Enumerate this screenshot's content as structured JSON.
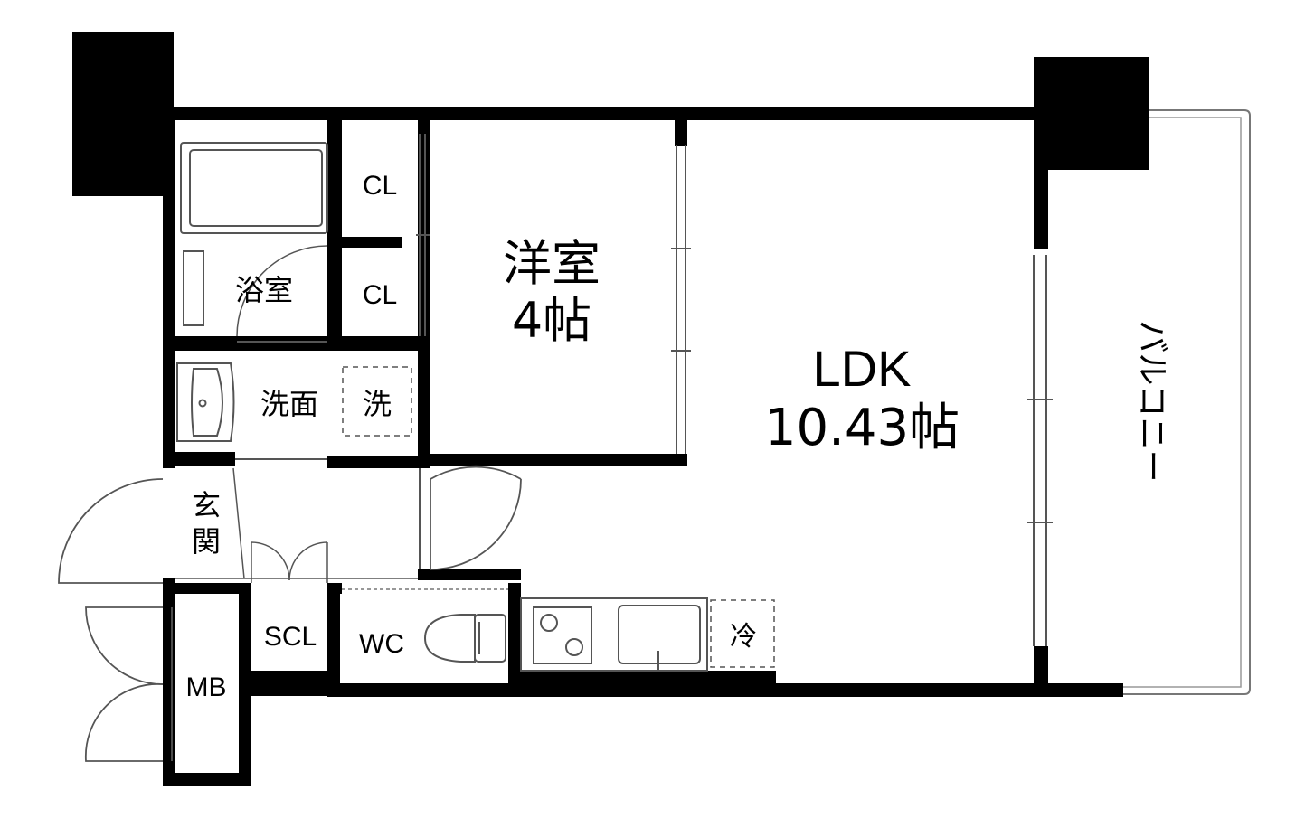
{
  "rooms": {
    "bath": "浴室",
    "closet_upper": "CL",
    "closet_lower": "CL",
    "washroom": "洗面",
    "washer": "洗",
    "western_name": "洋室",
    "western_size": "4帖",
    "ldk_name": "LDK",
    "ldk_size": "10.43帖",
    "balcony": "バルコニー",
    "entrance": "玄関",
    "shoe_closet": "SCL",
    "toilet": "WC",
    "meter_box": "MB",
    "fridge": "冷"
  },
  "colors": {
    "wall": "#000000",
    "fixture_line": "#555555",
    "background": "#ffffff"
  }
}
